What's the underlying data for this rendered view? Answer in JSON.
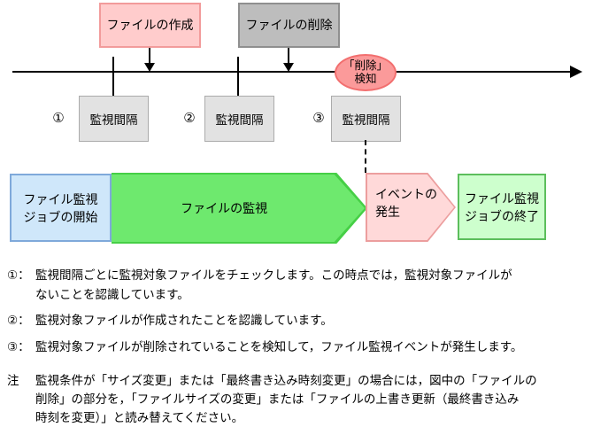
{
  "diagram": {
    "timeline": {
      "create_box_label": "ファイルの作成",
      "delete_box_label": "ファイルの削除",
      "detect_line1": "「削除」",
      "detect_line2": "検知",
      "interval_label": "監視間隔",
      "marker1": "①",
      "marker2": "②",
      "marker3": "③"
    },
    "flow": {
      "start_line1": "ファイル監視",
      "start_line2": "ジョブの開始",
      "monitor_label": "ファイルの監視",
      "event_line1": "イベントの",
      "event_line2": "発生",
      "end_line1": "ファイル監視",
      "end_line2": "ジョブの終了"
    }
  },
  "notes": [
    {
      "label": "①：",
      "lines": [
        "監視間隔ごとに監視対象ファイルをチェックします。この時点では，監視対象ファイルが",
        "ないことを認識しています。"
      ]
    },
    {
      "label": "②：",
      "lines": [
        "監視対象ファイルが作成されたことを認識しています。"
      ]
    },
    {
      "label": "③：",
      "lines": [
        "監視対象ファイルが削除されていることを検知して，ファイル監視イベントが発生します。"
      ]
    },
    {
      "label": "注",
      "lines": [
        "監視条件が「サイズ変更」または「最終書き込み時刻変更」の場合には，図中の「ファイルの",
        "削除」の部分を，「ファイルサイズの変更」または「ファイルの上書き更新（最終書き込み",
        "時刻を変更）」と読み替えてください。"
      ]
    }
  ],
  "colors": {
    "create_box_fill": "#FFCCCC",
    "create_box_border": "#F29B9B",
    "delete_box_fill": "#BDBDBD",
    "delete_box_border": "#8F8F8F",
    "interval_fill": "#E2E2E2",
    "detect_ellipse_fill": "#FB9A9A",
    "start_box_fill": "#CFE7FA",
    "monitor_arrow_fill": "#6EE96E",
    "event_fill": "#FFD9D9",
    "end_box_fill": "#CDFFCD",
    "line_color": "#000000"
  }
}
